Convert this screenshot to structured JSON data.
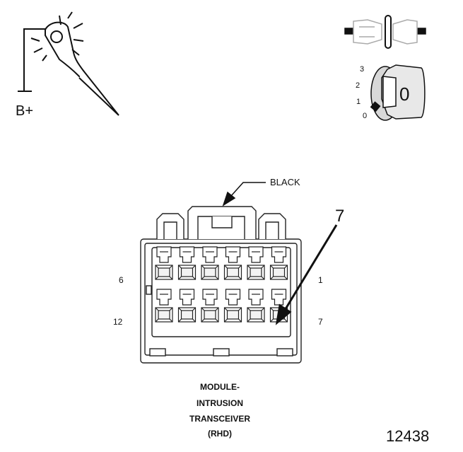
{
  "test_probe": {
    "supply_label": "B+",
    "icon": "test-light-probe-icon"
  },
  "ignition": {
    "icon": "ignition-key-icon",
    "positions": [
      "3",
      "2",
      "1",
      "0"
    ],
    "key_label": "0",
    "switch_icon": "open-switch-icon"
  },
  "connector": {
    "color_label": "BLACK",
    "callout_terminal": "7",
    "pin_labels": {
      "top_left": "6",
      "top_right": "1",
      "bottom_left": "12",
      "bottom_right": "7"
    },
    "terminal_rows": 2,
    "terminals_per_row": 6
  },
  "caption": {
    "line1": "MODULE-",
    "line2": "INTRUSION",
    "line3": "TRANSCEIVER",
    "line4": "(RHD)"
  },
  "figure_number": "12438"
}
